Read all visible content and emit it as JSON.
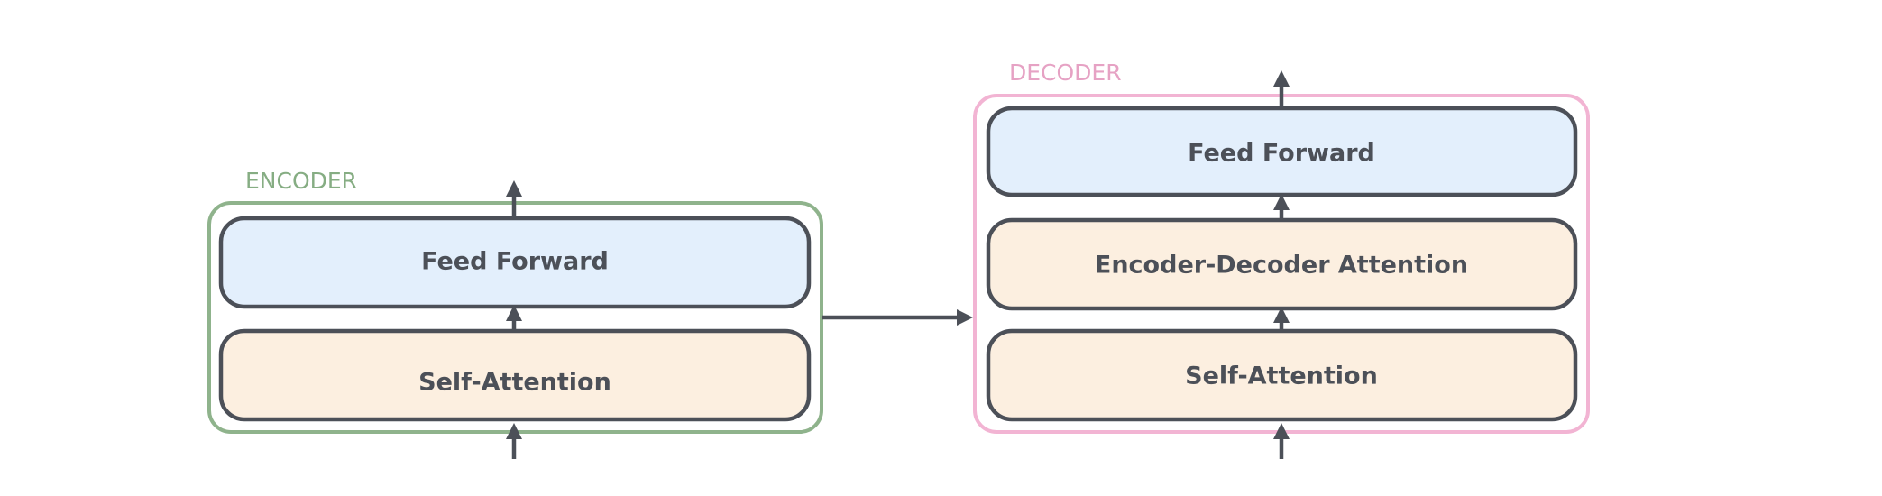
{
  "colors": {
    "encoder_border": "#8fb38c",
    "encoder_label": "#86ad83",
    "decoder_border": "#f2b4d3",
    "decoder_label": "#e6a2c4",
    "feed_forward_fill": "#e3effc",
    "attention_fill": "#fcefe0",
    "block_border": "#4c5058",
    "arrow": "#4c5058",
    "text": "#4c5058"
  },
  "encoder": {
    "label": "ENCODER",
    "feed_forward_label": "Feed Forward",
    "self_attention_label": "Self-Attention"
  },
  "decoder": {
    "label": "DECODER",
    "feed_forward_label": "Feed Forward",
    "enc_dec_attention_label": "Encoder-Decoder Attention",
    "self_attention_label": "Self-Attention"
  }
}
